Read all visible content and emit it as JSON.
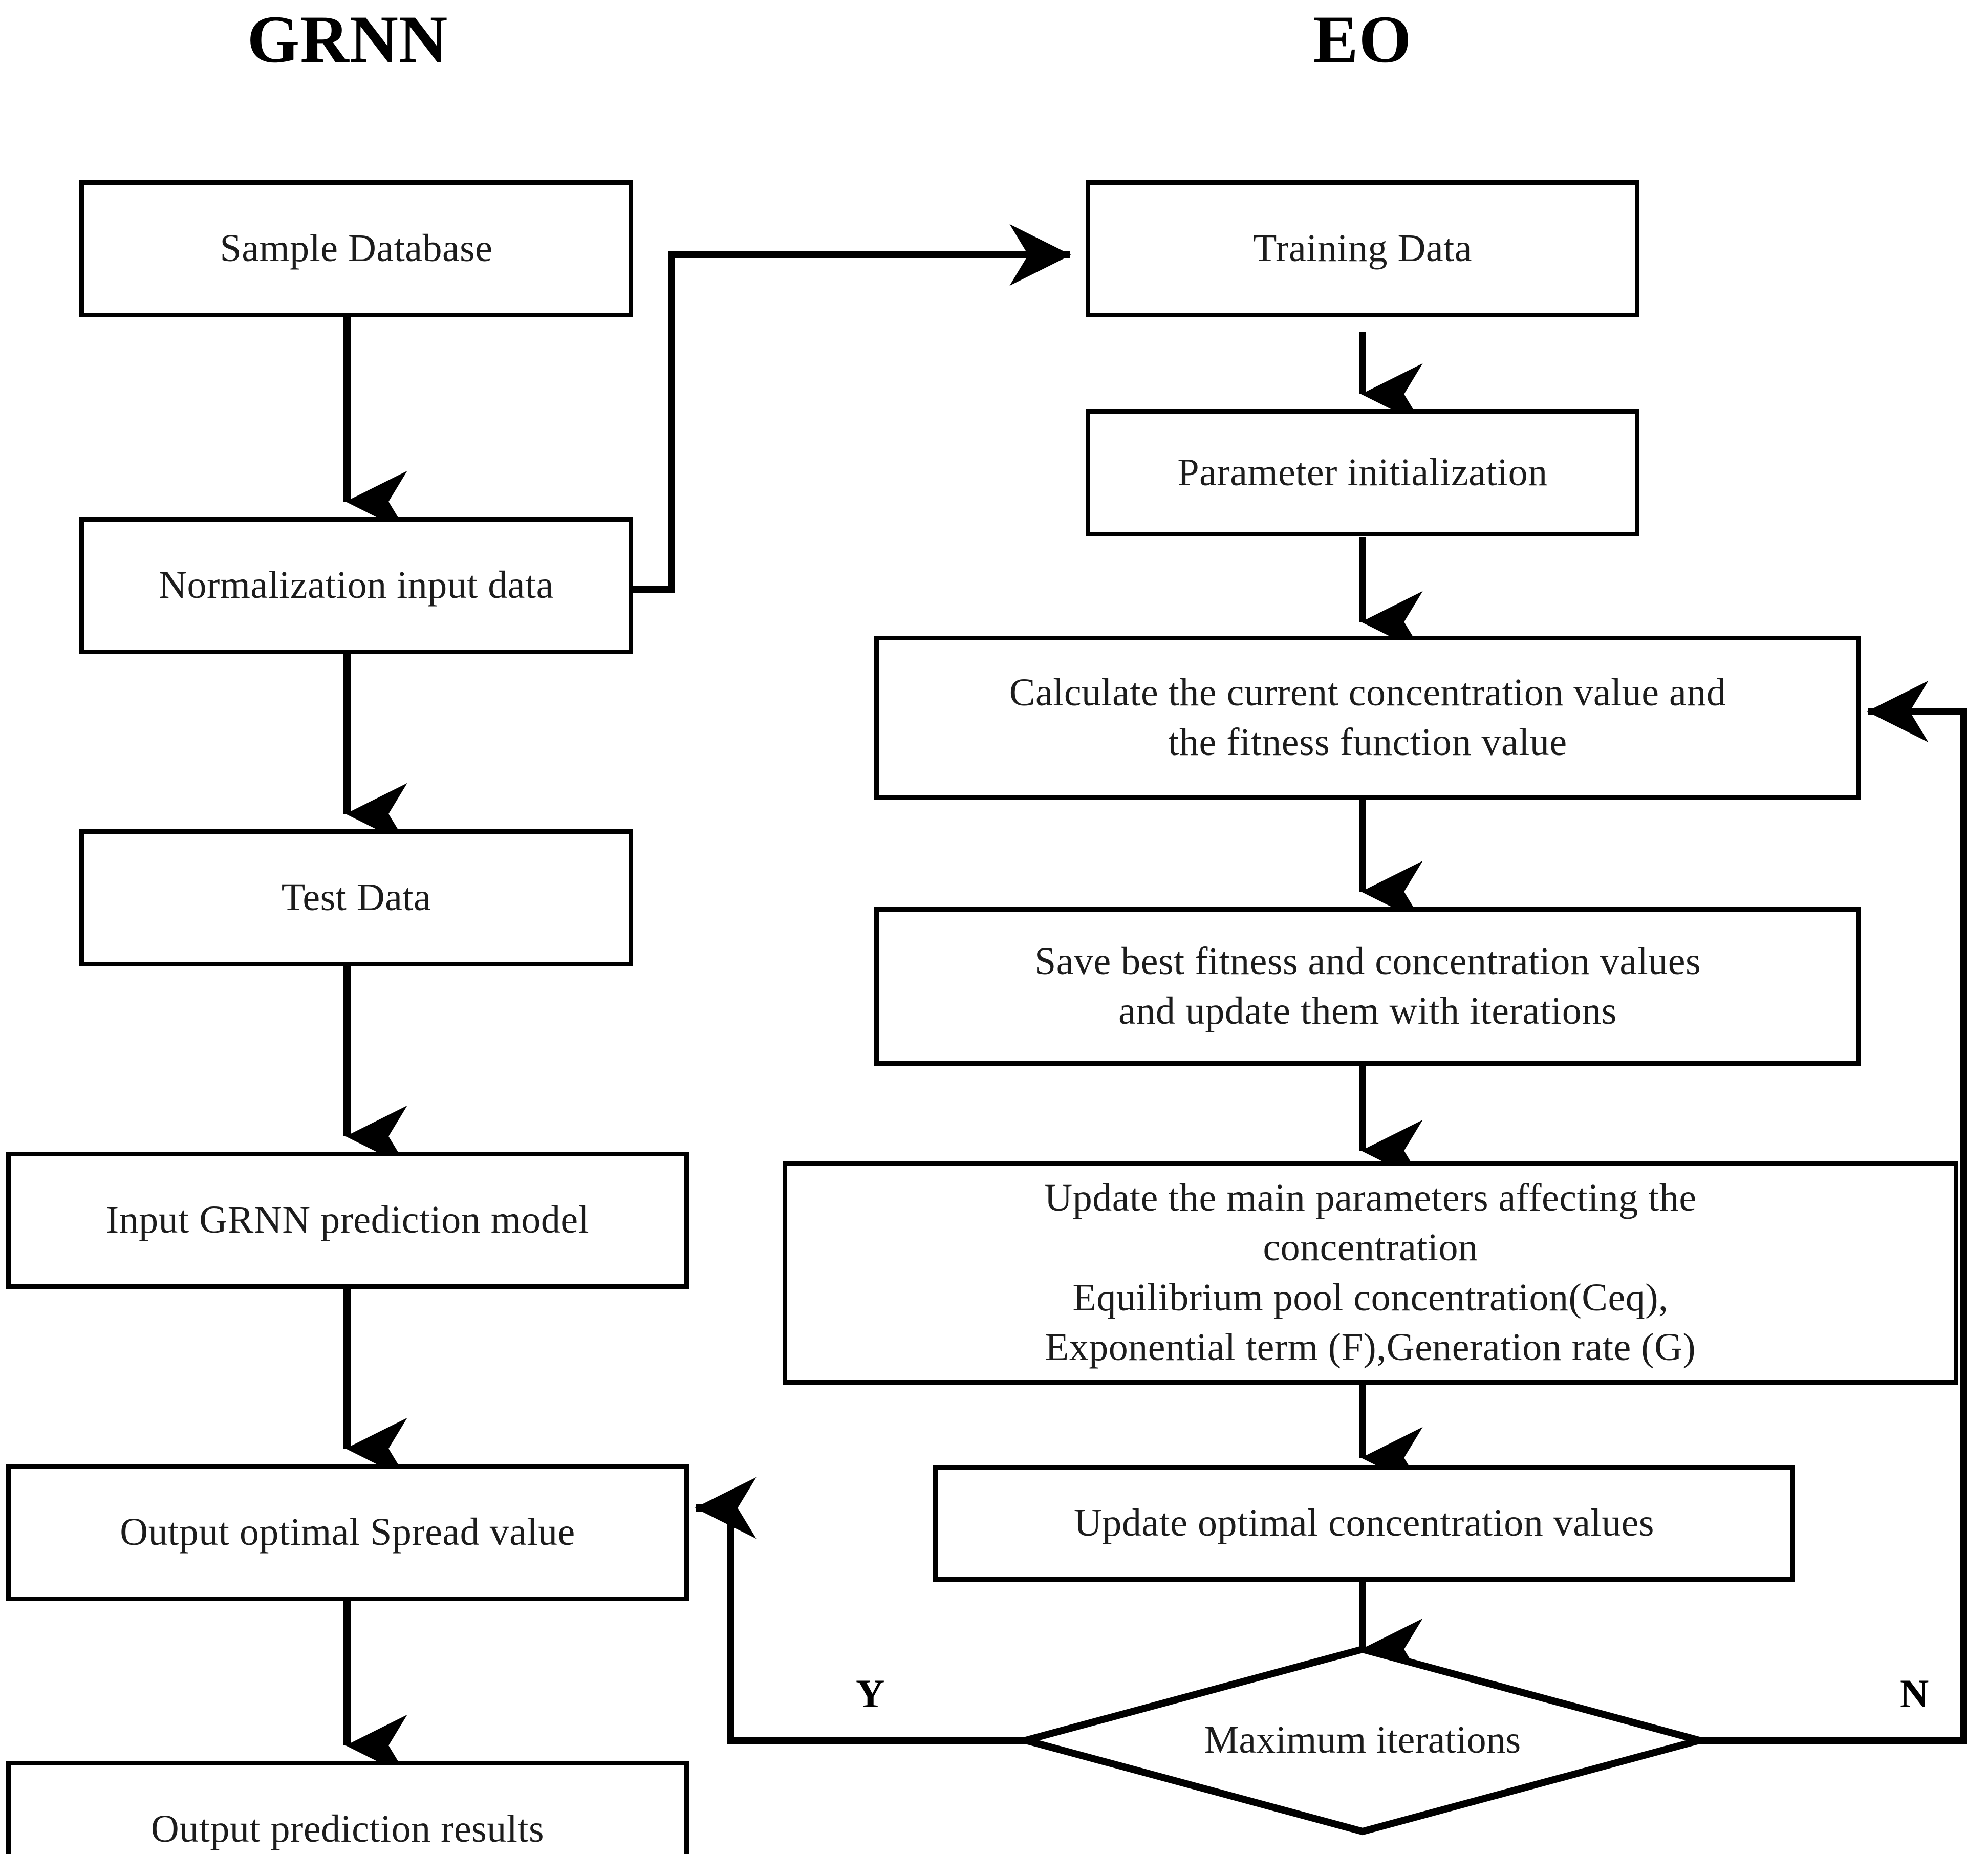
{
  "diagram": {
    "title_left": "GRNN",
    "title_right": "EO",
    "type": "flowchart",
    "line_color": "#000000",
    "box_fill": "#ffffff",
    "text_color": "#1c1c1c"
  },
  "left_column": {
    "heading": "GRNN",
    "nodes": [
      {
        "id": "sample-database",
        "label": "Sample Database"
      },
      {
        "id": "normalization-input-data",
        "label": "Normalization input data"
      },
      {
        "id": "test-data",
        "label": "Test Data"
      },
      {
        "id": "input-grnn-prediction-model",
        "label": "Input GRNN prediction model"
      },
      {
        "id": "output-optimal-spread-value",
        "label": "Output optimal Spread value"
      },
      {
        "id": "output-prediction-results",
        "label": "Output prediction results"
      }
    ]
  },
  "right_column": {
    "heading": "EO",
    "nodes": [
      {
        "id": "training-data",
        "label": "Training Data"
      },
      {
        "id": "parameter-initialization",
        "label": "Parameter initialization"
      },
      {
        "id": "calculate-concentration-fitness",
        "label": "Calculate the current concentration value and\nthe fitness function value"
      },
      {
        "id": "save-best-fitness",
        "label": "Save best fitness  and concentration values\nand update them with iterations"
      },
      {
        "id": "update-main-parameters",
        "label": "Update the main parameters affecting the\nconcentration\nEquilibrium pool concentration(Ceq),\nExponential term (F),Generation rate (G)"
      },
      {
        "id": "update-optimal-concentration",
        "label": "Update optimal concentration values"
      },
      {
        "id": "maximum-iterations",
        "label": "Maximum iterations",
        "shape": "diamond"
      }
    ]
  },
  "branch_labels": {
    "yes": "Y",
    "no": "N"
  },
  "edges": [
    {
      "from": "sample-database",
      "to": "normalization-input-data",
      "label": ""
    },
    {
      "from": "normalization-input-data",
      "to": "training-data",
      "label": ""
    },
    {
      "from": "normalization-input-data",
      "to": "test-data",
      "label": ""
    },
    {
      "from": "test-data",
      "to": "input-grnn-prediction-model",
      "label": ""
    },
    {
      "from": "input-grnn-prediction-model",
      "to": "output-optimal-spread-value",
      "label": ""
    },
    {
      "from": "output-optimal-spread-value",
      "to": "output-prediction-results",
      "label": ""
    },
    {
      "from": "training-data",
      "to": "parameter-initialization",
      "label": ""
    },
    {
      "from": "parameter-initialization",
      "to": "calculate-concentration-fitness",
      "label": ""
    },
    {
      "from": "calculate-concentration-fitness",
      "to": "save-best-fitness",
      "label": ""
    },
    {
      "from": "save-best-fitness",
      "to": "update-main-parameters",
      "label": ""
    },
    {
      "from": "update-main-parameters",
      "to": "update-optimal-concentration",
      "label": ""
    },
    {
      "from": "update-optimal-concentration",
      "to": "maximum-iterations",
      "label": ""
    },
    {
      "from": "maximum-iterations",
      "to": "output-optimal-spread-value",
      "label": "Y"
    },
    {
      "from": "maximum-iterations",
      "to": "calculate-concentration-fitness",
      "label": "N"
    }
  ]
}
